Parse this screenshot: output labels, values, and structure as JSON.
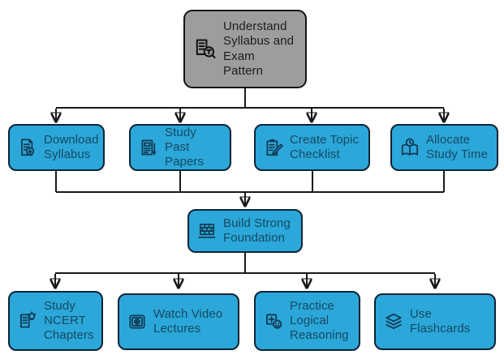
{
  "diagram": {
    "type": "flowchart",
    "background_color": "#ffffff",
    "connector_color": "#1a1a1a",
    "node_fill_color": "#2ba7d9",
    "node_border_color": "#0d2436",
    "node_text_color": "#154a63",
    "root_fill_color": "#9d9d9d",
    "root_border_color": "#141414",
    "root_text_color": "#1d1d1d"
  },
  "nodes": {
    "understand": {
      "label": "Understand\nSyllabus and\nExam\nPattern",
      "icon": "book-search-icon"
    },
    "download": {
      "label": "Download\nSyllabus",
      "icon": "document-download-icon"
    },
    "past_papers": {
      "label": "Study Past\nPapers",
      "icon": "newspaper-pen-icon"
    },
    "checklist": {
      "label": "Create Topic\nChecklist",
      "icon": "clipboard-pencil-icon"
    },
    "study_time": {
      "label": "Allocate\nStudy Time",
      "icon": "book-clock-icon"
    },
    "foundation": {
      "label": "Build Strong\nFoundation",
      "icon": "brick-wall-icon"
    },
    "ncert": {
      "label": "Study\nNCERT\nChapters",
      "icon": "book-bulb-icon"
    },
    "video": {
      "label": "Watch Video\nLectures",
      "icon": "video-player-icon"
    },
    "reasoning": {
      "label": "Practice\nLogical\nReasoning",
      "icon": "puzzle-smiley-icon"
    },
    "flashcards": {
      "label": "Use\nFlashcards",
      "icon": "layers-icon"
    }
  },
  "edges": [
    {
      "from": "understand",
      "to": "download"
    },
    {
      "from": "understand",
      "to": "past_papers"
    },
    {
      "from": "understand",
      "to": "checklist"
    },
    {
      "from": "understand",
      "to": "study_time"
    },
    {
      "from": "download",
      "to": "foundation"
    },
    {
      "from": "past_papers",
      "to": "foundation"
    },
    {
      "from": "checklist",
      "to": "foundation"
    },
    {
      "from": "study_time",
      "to": "foundation"
    },
    {
      "from": "foundation",
      "to": "ncert"
    },
    {
      "from": "foundation",
      "to": "video"
    },
    {
      "from": "foundation",
      "to": "reasoning"
    },
    {
      "from": "foundation",
      "to": "flashcards"
    }
  ]
}
